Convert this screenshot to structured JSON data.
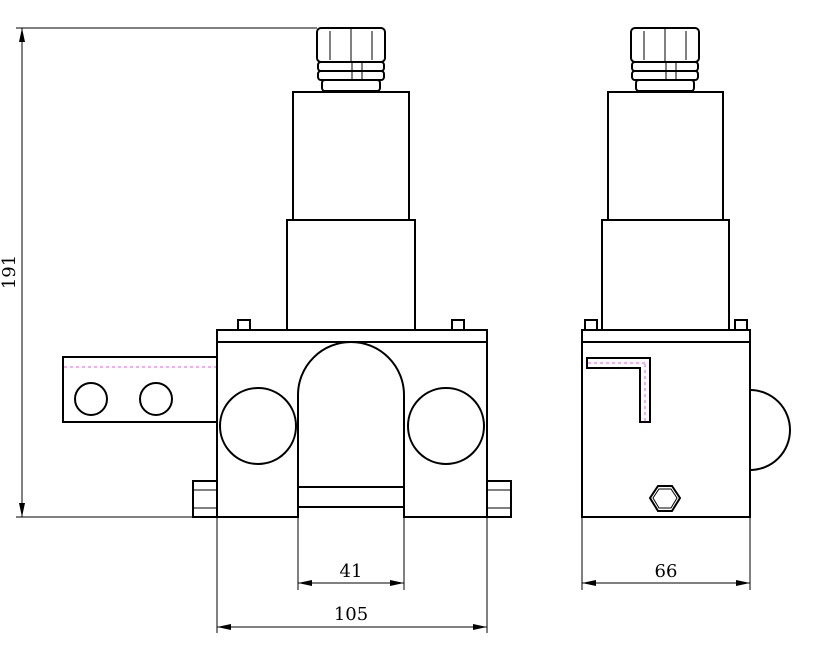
{
  "dimensions": {
    "height": "191",
    "slot_width": "41",
    "front_width": "105",
    "side_width": "66"
  },
  "colors": {
    "line": "#000000",
    "hidden_line": "#e060e0",
    "background": "#ffffff"
  }
}
